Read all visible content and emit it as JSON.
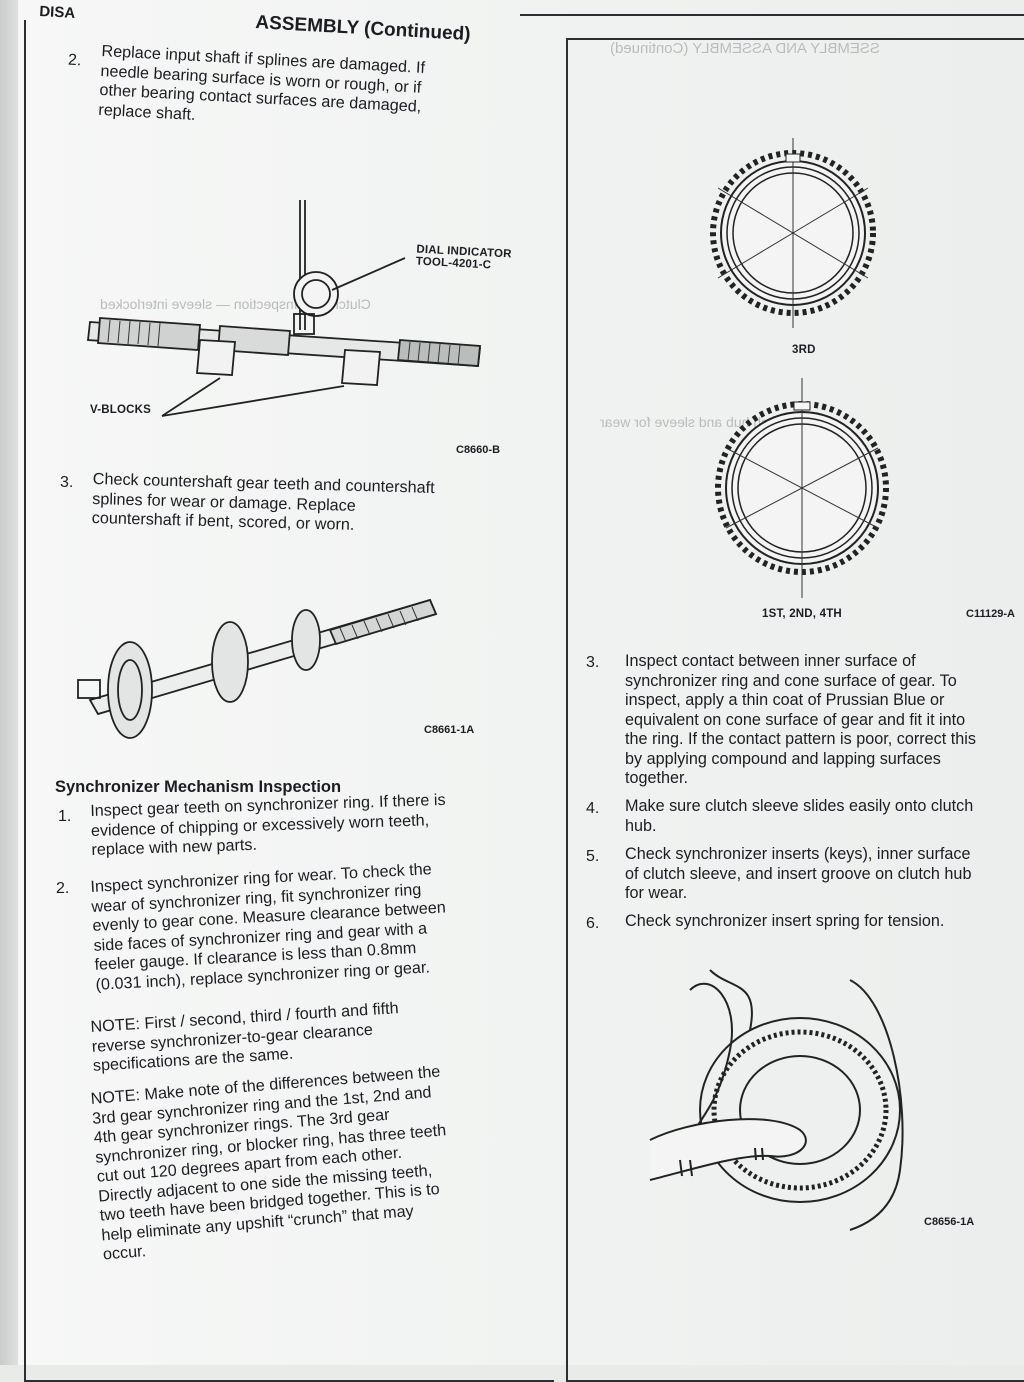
{
  "header": {
    "title": "ASSEMBLY (Continued)",
    "title_prefix": "DISA"
  },
  "left_column": {
    "step2": {
      "number": "2.",
      "lines": [
        "Replace input shaft if splines are damaged. If",
        "needle bearing surface is worn or rough, or if",
        "other bearing contact surfaces are damaged,",
        "replace shaft."
      ]
    },
    "figure1": {
      "dial_indicator": [
        "DIAL INDICATOR",
        "TOOL-4201-C"
      ],
      "v_blocks": "V-BLOCKS",
      "id": "C8660-B"
    },
    "step3": {
      "number": "3.",
      "lines": [
        "Check countershaft gear teeth and countershaft",
        "splines for wear or damage. Replace",
        "countershaft if bent, scored, or worn."
      ]
    },
    "figure2": {
      "id": "C8661-1A"
    },
    "section_heading": "Synchronizer Mechanism Inspection",
    "sync1": {
      "number": "1.",
      "lines": [
        "Inspect gear teeth on synchronizer ring. If there is",
        "evidence of chipping or excessively worn teeth,",
        "replace with new parts."
      ]
    },
    "sync2": {
      "number": "2.",
      "lines": [
        "Inspect synchronizer ring for wear. To check the",
        "wear of synchronizer ring, fit synchronizer ring",
        "evenly to gear cone. Measure clearance between",
        "side faces of synchronizer ring and gear with a",
        "feeler gauge. If clearance is less than 0.8mm",
        "(0.031 inch), replace synchronizer ring or gear."
      ]
    },
    "note1": [
      "NOTE: First / second, third / fourth and fifth",
      "reverse synchronizer-to-gear clearance",
      "specifications are the same."
    ],
    "note2": [
      "NOTE: Make note of the differences between the",
      "3rd gear synchronizer ring and the 1st, 2nd and",
      "4th gear synchronizer rings. The 3rd gear",
      "synchronizer ring, or blocker ring, has three teeth",
      "cut out 120 degrees apart from each other.",
      "Directly adjacent to one side the missing teeth,",
      "two teeth have been bridged together. This is to",
      "help eliminate any upshift “crunch” that may",
      "occur."
    ]
  },
  "right_column": {
    "figure3": {
      "label_top": "3RD",
      "label_bottom": "1ST, 2ND, 4TH",
      "id": "C11129-A"
    },
    "items": [
      {
        "number": "3.",
        "lines": [
          "Inspect contact between inner surface of",
          "synchronizer ring and cone surface of gear. To",
          "inspect, apply a thin coat of Prussian Blue or",
          "equivalent on cone surface of gear and fit it into",
          "the ring. If the contact pattern is poor, correct this",
          "by applying compound and lapping surfaces",
          "together."
        ]
      },
      {
        "number": "4.",
        "lines": [
          "Make sure clutch sleeve slides easily onto clutch",
          "hub."
        ]
      },
      {
        "number": "5.",
        "lines": [
          "Check synchronizer inserts (keys), inner surface",
          "of clutch sleeve, and insert groove on clutch hub",
          "for wear."
        ]
      },
      {
        "number": "6.",
        "lines": [
          "Check synchronizer insert spring for tension."
        ]
      }
    ],
    "figure4": {
      "id": "C8656-1A"
    }
  }
}
